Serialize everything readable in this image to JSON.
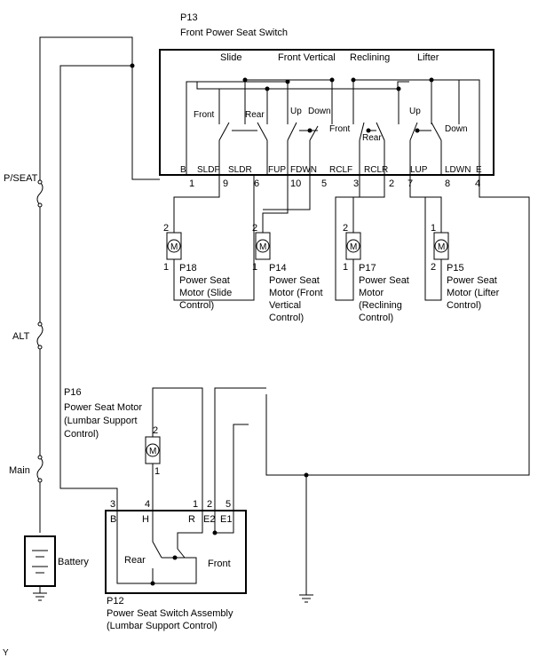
{
  "switch13": {
    "code": "P13",
    "name": "Front Power Seat Switch",
    "groups": [
      "Slide",
      "Front Vertical",
      "Reclining",
      "Lifter"
    ],
    "contacts": [
      "Front",
      "Rear",
      "Up",
      "Down",
      "Front",
      "Rear",
      "Up",
      "Down"
    ],
    "terminals": [
      "B",
      "SLDF",
      "SLDR",
      "FUP",
      "FDWN",
      "RCLF",
      "RCLR",
      "LUP",
      "LDWN",
      "E"
    ],
    "pins": [
      "1",
      "9",
      "6",
      "10",
      "5",
      "3",
      "2",
      "7",
      "8",
      "4"
    ]
  },
  "fuses": [
    "P/SEAT",
    "ALT",
    "Main"
  ],
  "battery": "Battery",
  "motors": [
    {
      "code": "P18",
      "l1": "Power Seat",
      "l2": "Motor (Slide",
      "l3": "Control)",
      "l4": "",
      "top_pin": "2",
      "bottom_pin": "1"
    },
    {
      "code": "P14",
      "l1": "Power Seat",
      "l2": "Motor (Front",
      "l3": "Vertical",
      "l4": "Control)",
      "top_pin": "2",
      "bottom_pin": "1"
    },
    {
      "code": "P17",
      "l1": "Power Seat",
      "l2": "Motor",
      "l3": "(Reclining",
      "l4": "Control)",
      "top_pin": "2",
      "bottom_pin": "1"
    },
    {
      "code": "P15",
      "l1": "Power Seat",
      "l2": "Motor (Lifter",
      "l3": "Control)",
      "l4": "",
      "top_pin": "1",
      "bottom_pin": "2"
    }
  ],
  "motor_symbol": "M",
  "lumbar_motor": {
    "code": "P16",
    "l1": "Power Seat Motor",
    "l2": "(Lumbar Support",
    "l3": "Control)",
    "top_pin": "2",
    "bottom_pin": "1"
  },
  "switch12": {
    "code": "P12",
    "l1": "Power Seat Switch Assembly",
    "l2": "(Lumbar Support Control)",
    "terminals": [
      "B",
      "H",
      "R",
      "E2",
      "E1"
    ],
    "pins": [
      "3",
      "4",
      "1",
      "2",
      "5"
    ],
    "contacts": [
      "Rear",
      "Front"
    ]
  },
  "corner_mark": "Y"
}
